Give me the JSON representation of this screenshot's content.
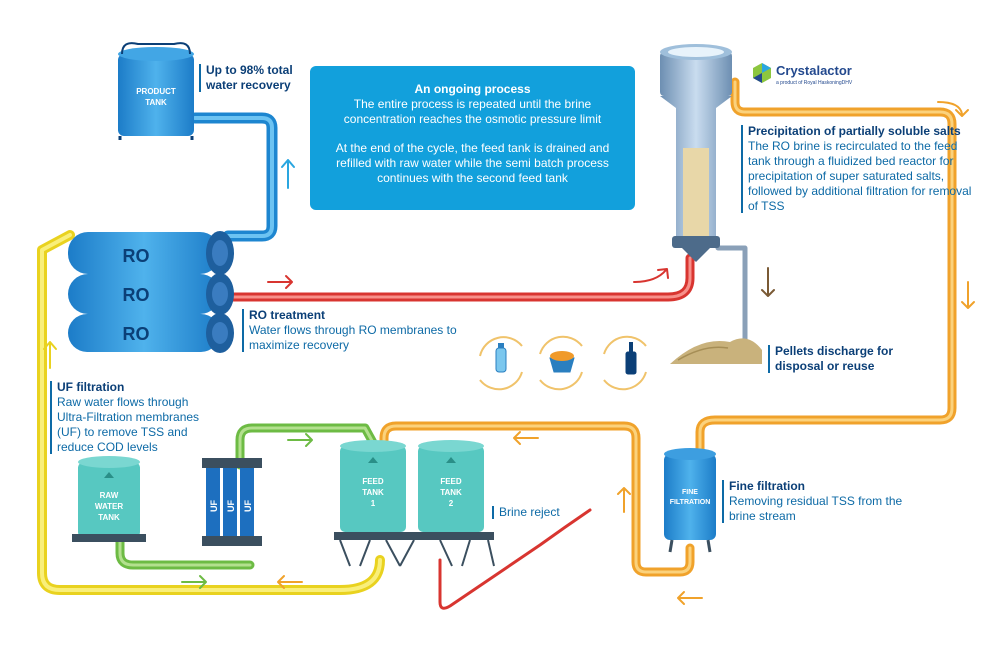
{
  "info_box": {
    "title": "An ongoing process",
    "para1": "The entire process is repeated until the brine concentration reaches the osmotic pressure limit",
    "para2": "At the end of the cycle, the feed tank is drained and refilled with raw water while the semi batch process continues with the second feed tank"
  },
  "logo": {
    "name": "Crystalactor",
    "tagline": "a product of Royal HaskoningDHV"
  },
  "labels": {
    "recovery": "Up to 98% total water recovery",
    "ro_title": "RO treatment",
    "ro_desc": "Water flows through RO membranes to maximize recovery",
    "uf_title": "UF filtration",
    "uf_desc": "Raw water flows through Ultra-Filtration membranes (UF) to remove TSS and reduce COD levels",
    "precip_title": "Precipitation of partially soluble salts",
    "precip_desc": "The RO brine is recirculated to the feed tank through a fluidized bed reactor for precipitation of super saturated salts, followed by additional filtration for removal of TSS",
    "pellets": "Pellets discharge for disposal or reuse",
    "fine_title": "Fine filtration",
    "fine_desc": "Removing residual TSS from the brine stream",
    "brine": "Brine reject"
  },
  "tanks": {
    "product": "PRODUCT TANK",
    "raw": "RAW WATER TANK",
    "feed1": "FEED TANK 1",
    "feed2": "FEED TANK 2",
    "fine": "FINE FILTRATION"
  },
  "ro_modules": [
    "RO",
    "RO",
    "RO"
  ],
  "uf_modules": [
    "UF",
    "UF",
    "UF"
  ],
  "colors": {
    "yellow": "#f7e33a",
    "orange": "#f6b53b",
    "red": "#e4413a",
    "green": "#7ec652",
    "blue": "#1b8dd6",
    "arrow_blue": "#2aa6e0",
    "teal": "#57c8c1",
    "navy": "#0b3f77"
  },
  "icons": [
    "water-bottle-icon",
    "pet-food-bowl-icon",
    "wine-bottle-icon"
  ]
}
